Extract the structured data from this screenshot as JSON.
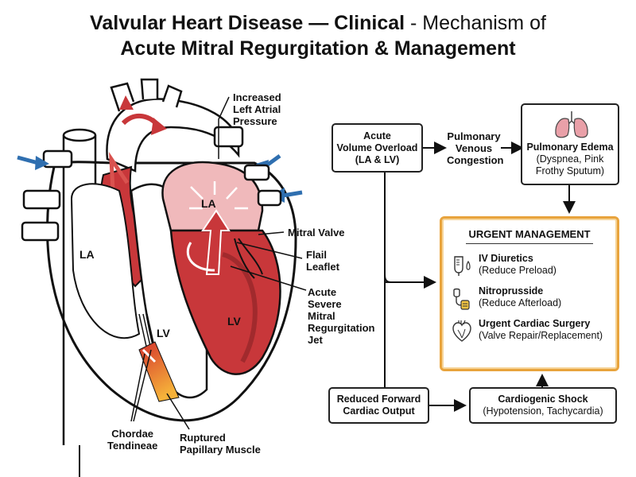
{
  "title": {
    "line1_bold": "Valvular Heart Disease — Clinical",
    "line1_rest": " - Mechanism of",
    "line2": "Acute Mitral Regurgitation & Management"
  },
  "heart_labels": {
    "la_top": "LA",
    "la_left": "LA",
    "lv_left": "LV",
    "lv_right": "LV",
    "increased_pressure": [
      "Increased",
      "Left Atrial",
      "Pressure"
    ],
    "mitral_valve": "Mitral Valve",
    "flail_leaflet": [
      "Flail",
      "Leaflet"
    ],
    "regurg_jet": [
      "Acute",
      "Severe",
      "Mitral",
      "Regurgitation",
      "Jet"
    ],
    "chordae": [
      "Chordae",
      "Tendineae"
    ],
    "papillary": [
      "Ruptured",
      "Papillary Muscle"
    ]
  },
  "flow": {
    "volume_overload": [
      "Acute",
      "Volume Overload",
      "(LA & LV)"
    ],
    "venous_congestion": [
      "Pulmonary",
      "Venous",
      "Congestion"
    ],
    "edema_title": "Pulmonary Edema",
    "edema_detail": [
      "(Dyspnea, Pink",
      "Frothy Sputum)"
    ],
    "reduced_output": [
      "Reduced Forward",
      "Cardiac Output"
    ],
    "shock_title": "Cardiogenic Shock",
    "shock_detail": "(Hypotension, Tachycardia)"
  },
  "management": {
    "title": "URGENT MANAGEMENT",
    "items": [
      {
        "name": "IV Diuretics",
        "detail": "(Reduce Preload)",
        "icon": "iv-bag-icon"
      },
      {
        "name": "Nitroprusside",
        "detail": "(Reduce Afterload)",
        "icon": "iv-drip-icon"
      },
      {
        "name": "Urgent Cardiac Surgery",
        "detail": "(Valve Repair/Replacement)",
        "icon": "heart-icon"
      }
    ]
  },
  "colors": {
    "accent_orange": "#e8a33c",
    "muscle_red": "#c8373a",
    "blood_arrow_blue": "#2f6fb0",
    "lung_pink": "#e9a0a8"
  }
}
